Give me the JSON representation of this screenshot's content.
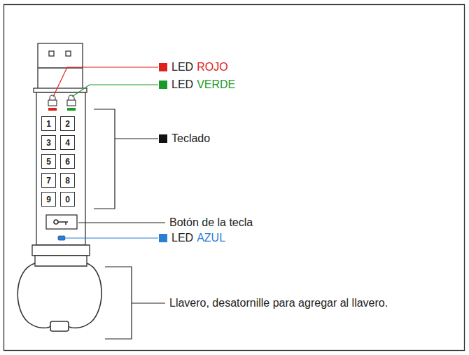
{
  "diagram": {
    "nodes": [
      {
        "text": [
          "1"
        ]
      },
      {
        "text": [
          "2"
        ]
      },
      {
        "text": [
          "3"
        ]
      },
      {
        "text": [
          "4"
        ]
      },
      {
        "text": [
          "5"
        ]
      },
      {
        "text": [
          "6"
        ]
      },
      {
        "text": [
          "7"
        ]
      },
      {
        "text": [
          "8"
        ]
      },
      {
        "text": [
          "9"
        ]
      },
      {
        "text": [
          "0"
        ]
      }
    ],
    "labels": [
      "LED",
      "ROJO",
      "LED",
      "VERDE",
      "Teclado",
      "Botón de la tecla",
      "LED",
      "AZUL",
      "Llavero, desatornille para agregar al llavero."
    ]
  }
}
